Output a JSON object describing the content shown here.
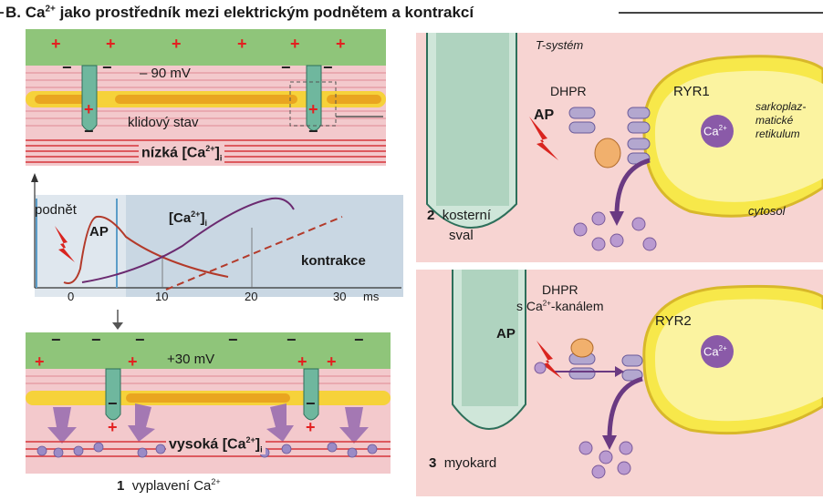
{
  "heading": {
    "letter": "B.",
    "text_pre": "Ca",
    "sup": "2+",
    "text_post": " jako prostředník mezi elektrickým podnětem a kontrakcí"
  },
  "top_membrane": {
    "voltage": "– 90 mV",
    "state": "klidový stav",
    "calcium": "nízká [Ca",
    "calcium_sup": "2+",
    "calcium_close": "]",
    "calcium_sub": "i"
  },
  "graph": {
    "stimulus": "podnět",
    "ap": "AP",
    "ca_label": "[Ca",
    "ca_sup": "2+",
    "ca_close": "]",
    "ca_sub": "i",
    "contraction": "kontrakce",
    "xticks": [
      "0",
      "10",
      "20",
      "30"
    ],
    "unit": "ms"
  },
  "bottom_membrane": {
    "voltage": "+30 mV",
    "calcium": "vysoká [Ca",
    "calcium_sup": "2+",
    "calcium_close": "]",
    "calcium_sub": "i",
    "num": "1",
    "caption_pre": "vyplavení Ca",
    "caption_sup": "2+"
  },
  "skeletal": {
    "tsystem": "T-systém",
    "dhpr": "DHPR",
    "ap": "AP",
    "ryr": "RYR1",
    "ca": "Ca",
    "ca_sup": "2+",
    "sr1": "sarkoplaz-",
    "sr2": "matické",
    "sr3": "retikulum",
    "cytosol": "cytosol",
    "num": "2",
    "cap1": "kosterní",
    "cap2": "sval"
  },
  "cardiac": {
    "dhpr": "DHPR",
    "dhpr2_pre": "s Ca",
    "dhpr2_sup": "2+",
    "dhpr2_post": "-kanálem",
    "ap": "AP",
    "ryr": "RYR2",
    "ca": "Ca",
    "ca_sup": "2+",
    "num": "3",
    "cap": "myokard"
  }
}
